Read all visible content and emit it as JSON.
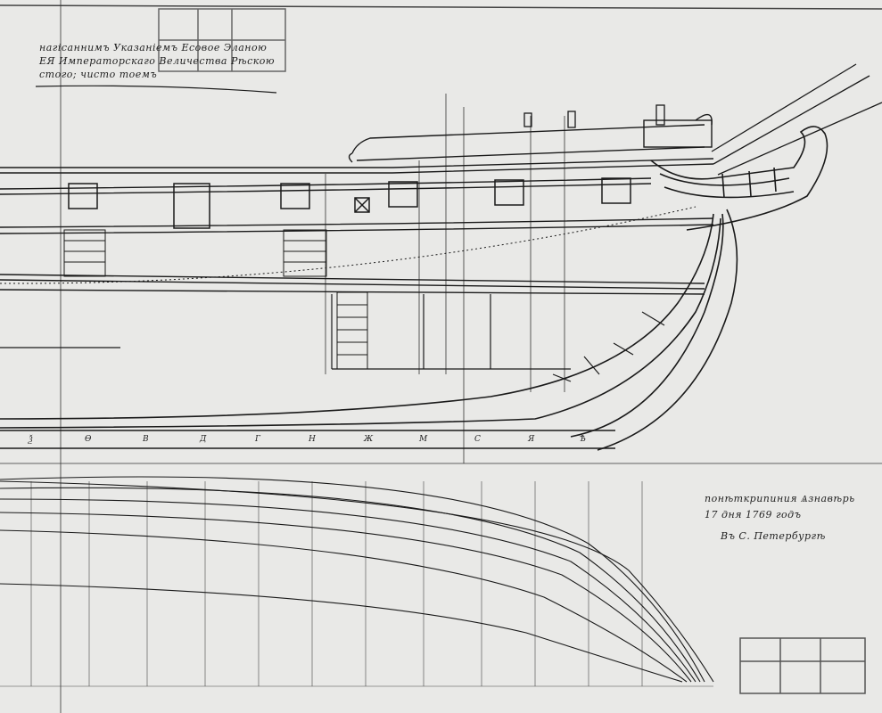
{
  "inscription_top": {
    "line1": "нагісаннимъ Указаніемъ Есовое Эланою",
    "line2": "ЕЯ Императорскаго Величества Рѣскою",
    "line3": "стого; чисто тоемъ"
  },
  "inscription_right": {
    "line1": "понѣткрипиния Ѧзнавѣрь",
    "line2": "17 дня 1769 годъ",
    "line3": "Въ С. Петербургѣ"
  },
  "station_marks": [
    "Ѯ",
    "Ѳ",
    "В",
    "Д",
    "Г",
    "Н",
    "Ж",
    "М",
    "С",
    "Я",
    "Ѣ"
  ],
  "colors": {
    "paper": "#e9e9e7",
    "ink": "#1a1a1a",
    "stamp": "#555555"
  }
}
